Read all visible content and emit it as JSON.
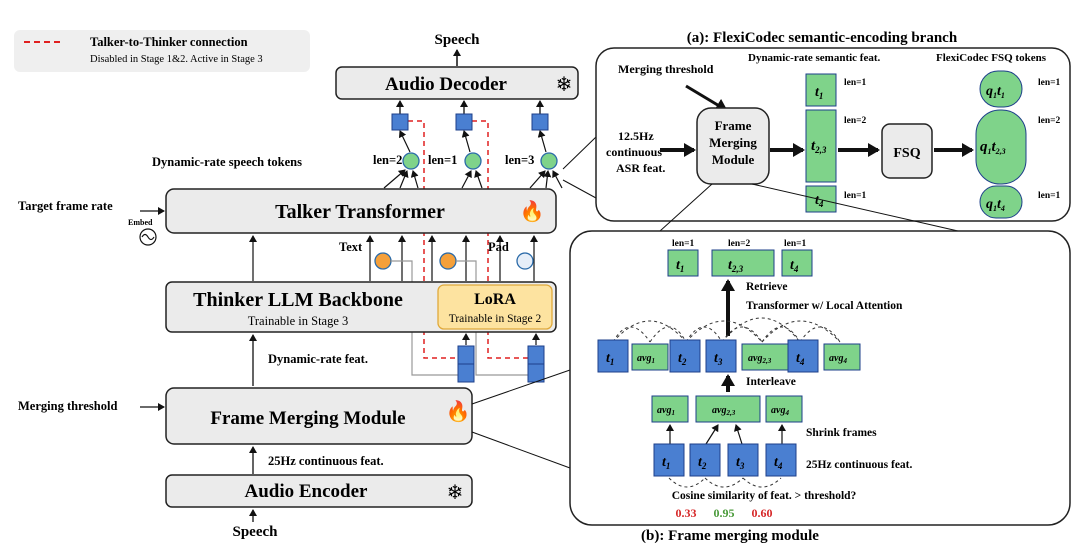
{
  "legend": {
    "title": "Talker-to-Thinker connection",
    "subtitle": "Disabled in Stage 1&2. Active in Stage 3"
  },
  "left": {
    "speech_out": "Speech",
    "audio_decoder": "Audio Decoder",
    "dyn_speech_tokens": "Dynamic-rate speech tokens",
    "len_a": "len=2",
    "len_b": "len=1",
    "len_c": "len=3",
    "target_frame_rate": "Target frame rate",
    "embed": "Embed",
    "talker": "Talker Transformer",
    "text_label": "Text",
    "pad_label": "Pad",
    "thinker": "Thinker LLM Backbone",
    "thinker_sub": "Trainable in Stage 3",
    "lora": "LoRA",
    "lora_sub": "Trainable in Stage 2",
    "dyn_feat": "Dynamic-rate feat.",
    "merging_threshold": "Merging threshold",
    "fmm": "Frame Merging Module",
    "cont_feat": "25Hz continuous feat.",
    "audio_encoder": "Audio Encoder",
    "speech_in": "Speech"
  },
  "panel_a": {
    "title": "(a): FlexiCodec semantic-encoding branch",
    "merging_threshold": "Merging threshold",
    "dyn_sem_feat": "Dynamic-rate semantic feat.",
    "fsq_tokens": "FlexiCodec FSQ tokens",
    "input_1": "12.5Hz",
    "input_2": "continuous",
    "input_3": "ASR feat.",
    "fmm_1": "Frame",
    "fmm_2": "Merging",
    "fmm_3": "Module",
    "fsq": "FSQ",
    "len1": "len=1",
    "len2": "len=2",
    "len3": "len=1"
  },
  "panel_b": {
    "title": "(b): Frame merging module",
    "top_len1": "len=1",
    "top_len2": "len=2",
    "top_len3": "len=1",
    "retrieve": "Retrieve",
    "transformer": "Transformer w/ Local Attention",
    "interleave": "Interleave",
    "shrink": "Shrink frames",
    "cont_feat": "25Hz continuous feat.",
    "cosine": "Cosine similarity of feat. > threshold?",
    "sim_values": [
      "0.33",
      "0.95",
      "0.60"
    ],
    "sim_colors": [
      "#d62728",
      "#4a9a3a",
      "#d62728"
    ]
  },
  "colors": {
    "box_gray": "#ebebeb",
    "token_blue": "#4a7fd1",
    "token_green": "#7fd38a",
    "lora": "#fde3a0",
    "dashed_red": "#e02020"
  }
}
